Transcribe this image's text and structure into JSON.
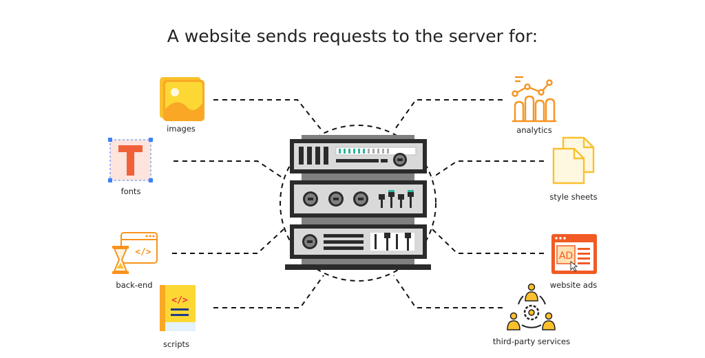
{
  "title": "A website sends requests to the server for:",
  "left_items": [
    {
      "label": "images",
      "icon": "image-icon"
    },
    {
      "label": "fonts",
      "icon": "font-icon"
    },
    {
      "label": "back-end",
      "icon": "backend-icon"
    },
    {
      "label": "scripts",
      "icon": "script-icon"
    }
  ],
  "right_items": [
    {
      "label": "analytics",
      "icon": "analytics-icon"
    },
    {
      "label": "style sheets",
      "icon": "stylesheet-icon"
    },
    {
      "label": "website ads",
      "icon": "ads-icon"
    },
    {
      "label": "third-party services",
      "icon": "third-party-services-icon"
    }
  ],
  "server": {
    "icon": "server-rack-icon"
  },
  "ad_badge_text": "AD",
  "code_glyph": "</>",
  "colors": {
    "accent_orange": "#f7931e",
    "accent_yellow": "#fbc02d",
    "ad_red": "#f15a24",
    "server_dark": "#2b2b2b",
    "server_grey": "#808080",
    "server_light": "#d9d9d9",
    "led_green": "#2bb59a",
    "font_icon_red": "#f0613a",
    "selection_blue": "#3b82f6"
  }
}
